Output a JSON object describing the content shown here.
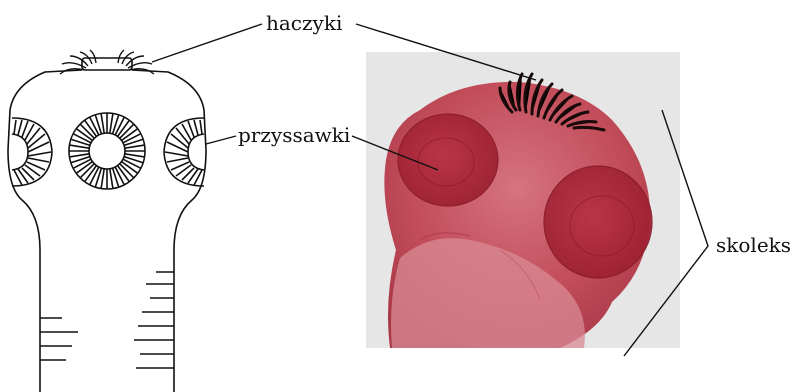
{
  "labels": {
    "hooks": "haczyki",
    "suckers": "przyssawki",
    "scolex": "skoleks"
  },
  "colors": {
    "ink": "#111111",
    "photo_background": "#e6e6e6",
    "tissue": "#c0404f",
    "tissue_light": "#dc8e96",
    "tissue_dark": "#9e2232",
    "hooks": "#1a0a0a"
  }
}
